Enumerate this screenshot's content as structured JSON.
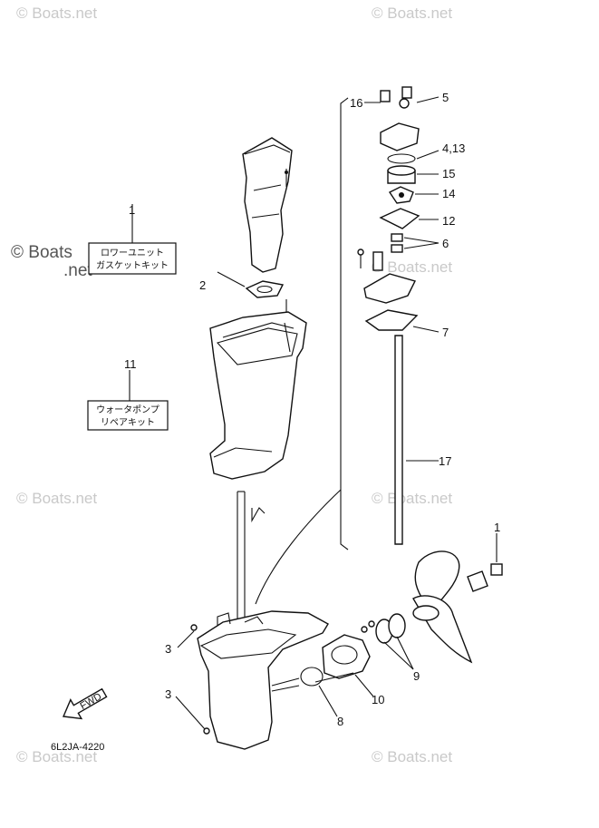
{
  "watermark": {
    "text": "© Boats.net",
    "left_text": "© Boats",
    "left_text2": ".net"
  },
  "kits": [
    {
      "ref": "1",
      "line1": "ロワーユニット",
      "line2": "ガスケットキット"
    },
    {
      "ref": "11",
      "line1": "ウォータポンプ",
      "line2": "リペアキット"
    }
  ],
  "callouts": [
    "16",
    "5",
    "4,13",
    "15",
    "14",
    "12",
    "6",
    "2",
    "7",
    "17",
    "1",
    "3",
    "3",
    "9",
    "10",
    "8"
  ],
  "fwd_label": "FWD",
  "diagram_code": "6L2JA-4220"
}
